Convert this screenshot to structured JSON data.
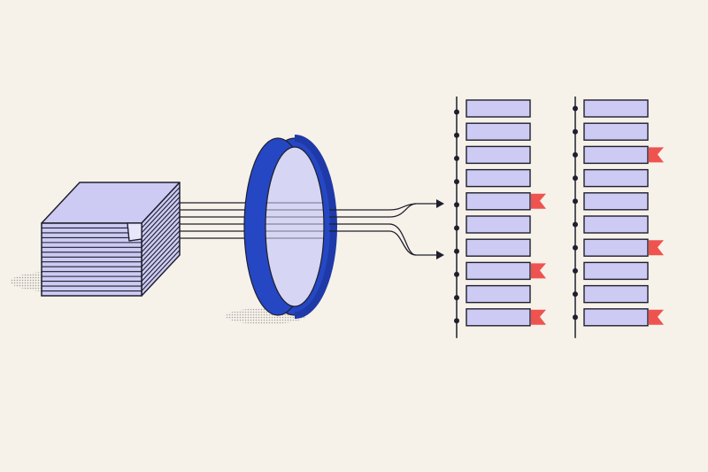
{
  "illustration": {
    "colors": {
      "background": "#f6f2e9",
      "ink": "#1f1f2e",
      "paper": "#cdcaf3",
      "lens_rim": "#2547c3",
      "lens_glass": "#d6d6f4",
      "flag": "#ef5350"
    },
    "document_stack": {
      "icon": "document-stack-icon",
      "sheet_count": 15
    },
    "lens": {
      "icon": "lens-icon"
    },
    "lists": [
      {
        "name": "left-list",
        "items": [
          {
            "flagged": false
          },
          {
            "flagged": false
          },
          {
            "flagged": false
          },
          {
            "flagged": false
          },
          {
            "flagged": true
          },
          {
            "flagged": false
          },
          {
            "flagged": false
          },
          {
            "flagged": true
          },
          {
            "flagged": false
          },
          {
            "flagged": true
          }
        ]
      },
      {
        "name": "right-list",
        "items": [
          {
            "flagged": false
          },
          {
            "flagged": false
          },
          {
            "flagged": true
          },
          {
            "flagged": false
          },
          {
            "flagged": false
          },
          {
            "flagged": false
          },
          {
            "flagged": true
          },
          {
            "flagged": false
          },
          {
            "flagged": false
          },
          {
            "flagged": true
          }
        ]
      }
    ]
  }
}
